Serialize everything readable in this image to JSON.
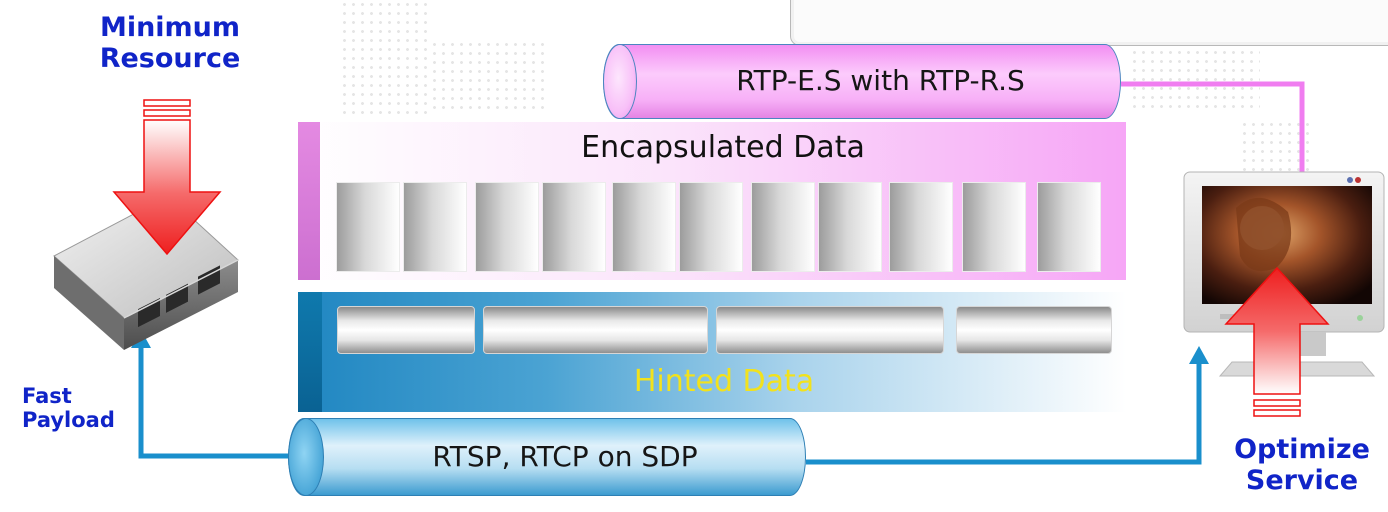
{
  "labels": {
    "minimum_resource": [
      "Minimum",
      "Resource"
    ],
    "fast_payload": [
      "Fast",
      "Payload"
    ],
    "optimize_service": [
      "Optimize",
      "Service"
    ]
  },
  "panels": {
    "encapsulated": {
      "title": "Encapsulated Data",
      "cell_count": 11
    },
    "hinted": {
      "title": "Hinted Data",
      "bar_count": 4
    }
  },
  "pipes": {
    "top": {
      "label": "RTP-E.S with RTP-R.S"
    },
    "bottom": {
      "label": "RTSP, RTCP on SDP"
    }
  },
  "colors": {
    "label_blue": "#1024c8",
    "arrow_red": "#ee1f1f",
    "connector_blue": "#1a8fcc",
    "connector_pink": "#f07df0",
    "hinted_text": "#f2e21c"
  },
  "icons": [
    "server-icon",
    "monitor-icon"
  ]
}
